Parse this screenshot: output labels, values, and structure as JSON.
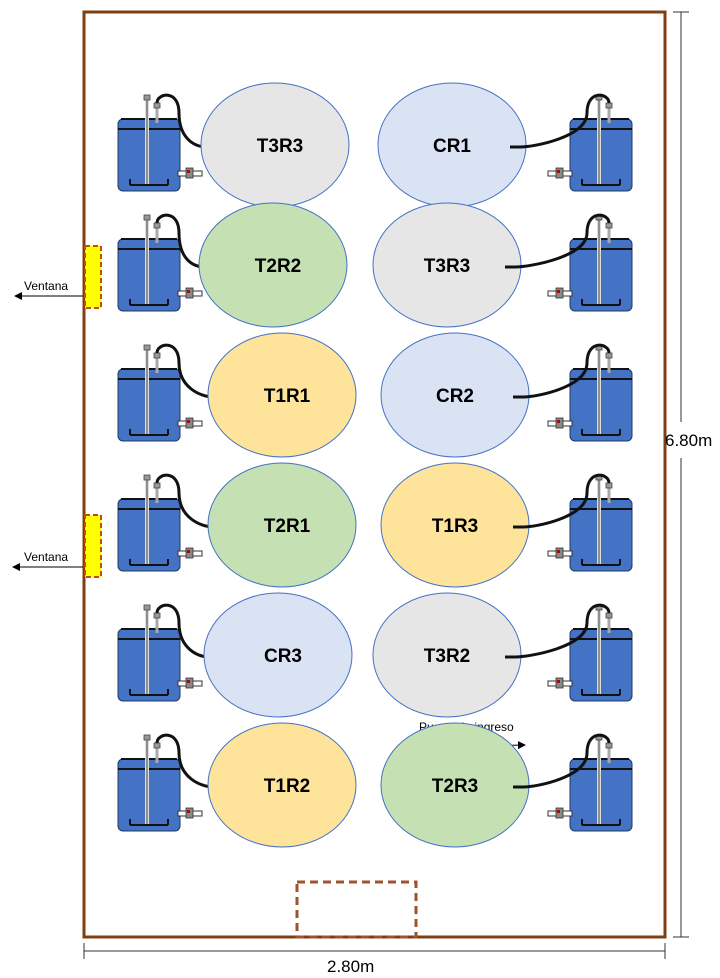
{
  "dimensions": {
    "height_label": "6.80m",
    "width_label": "2.80m"
  },
  "labels": {
    "window": "Ventana",
    "door": "Puerta de ingreso"
  },
  "colors": {
    "wall": "#7f3f10",
    "T1": "#fde49a",
    "T2": "#c5e0b3",
    "T3": "#e6e6e6",
    "C": "#d9e3f3",
    "ellipse_stroke": "#4472c4",
    "tank": "#4472c4",
    "window_fill": "#ffff00",
    "door": "#a0522d"
  },
  "plots": [
    {
      "row": 1,
      "side": "left",
      "label": "T3R3",
      "treatment": "T3"
    },
    {
      "row": 1,
      "side": "right",
      "label": "CR1",
      "treatment": "C"
    },
    {
      "row": 2,
      "side": "left",
      "label": "T2R2",
      "treatment": "T2"
    },
    {
      "row": 2,
      "side": "right",
      "label": "T3R3",
      "treatment": "T3"
    },
    {
      "row": 3,
      "side": "left",
      "label": "T1R1",
      "treatment": "T1"
    },
    {
      "row": 3,
      "side": "right",
      "label": "CR2",
      "treatment": "C"
    },
    {
      "row": 4,
      "side": "left",
      "label": "T2R1",
      "treatment": "T2"
    },
    {
      "row": 4,
      "side": "right",
      "label": "T1R3",
      "treatment": "T1"
    },
    {
      "row": 5,
      "side": "left",
      "label": "CR3",
      "treatment": "C"
    },
    {
      "row": 5,
      "side": "right",
      "label": "T3R2",
      "treatment": "T3"
    },
    {
      "row": 6,
      "side": "left",
      "label": "T1R2",
      "treatment": "T1"
    },
    {
      "row": 6,
      "side": "right",
      "label": "T2R3",
      "treatment": "T2"
    }
  ]
}
